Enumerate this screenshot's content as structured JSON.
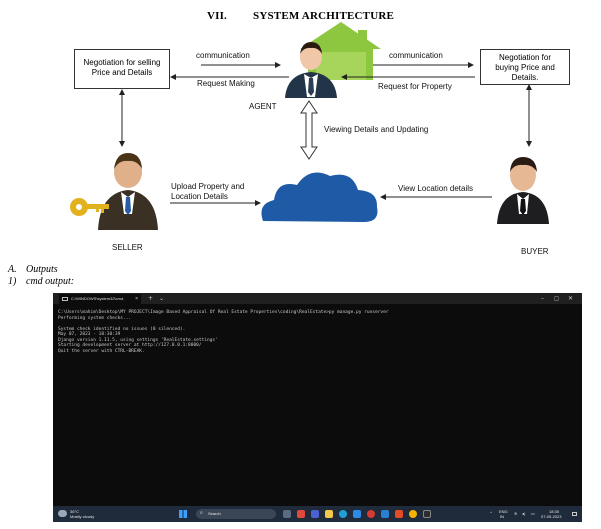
{
  "heading": {
    "number": "VII.",
    "title": "SYSTEM ARCHITECTURE"
  },
  "diagram": {
    "seller_box": [
      "Negotiation for selling",
      "Price and Details"
    ],
    "buyer_box": [
      "Negotiation for",
      "buying Price and",
      "Details."
    ],
    "communication_left": "communication",
    "communication_right": "communication",
    "request_making": "Request Making",
    "request_property": "Request for Property",
    "agent": "AGENT",
    "viewing": "Viewing Details and Updating",
    "upload": [
      "Upload Property and",
      "Location Details"
    ],
    "view_location": "View Location details",
    "seller": "SELLER",
    "buyer": "BUYER"
  },
  "outputs": {
    "letter": "A.",
    "label": "Outputs"
  },
  "cmd": {
    "number": "1)",
    "label": "cmd output:"
  },
  "terminal": {
    "tab_title": "C:\\WINDOWS\\system32\\cmd.",
    "lines": [
      "C:\\Users\\mahim\\Desktop\\MY PROJECT\\Image Based Appraisal Of Real Estate Properties\\coding\\RealEstate>py manage.py runserver",
      "Performing system checks...",
      "",
      "System check identified no issues (0 silenced).",
      "May 07, 2023 - 18:30:39",
      "Django version 1.11.5, using settings 'RealEstate.settings'",
      "Starting development server at http://127.0.0.1:8000/",
      "Quit the server with CTRL-BREAK."
    ]
  },
  "taskbar": {
    "temperature": "36°C",
    "weather": "Mostly cloudy",
    "search_placeholder": "Search",
    "lang_top": "ENG",
    "lang_bottom": "IN",
    "time": "18:35",
    "date": "07-05-2023"
  },
  "colors": {
    "cloud": "#1f5aa6",
    "house": "#8dc63f",
    "terminal_bg": "#0c0c0c",
    "taskbar_bg": "#1f2a3a"
  }
}
